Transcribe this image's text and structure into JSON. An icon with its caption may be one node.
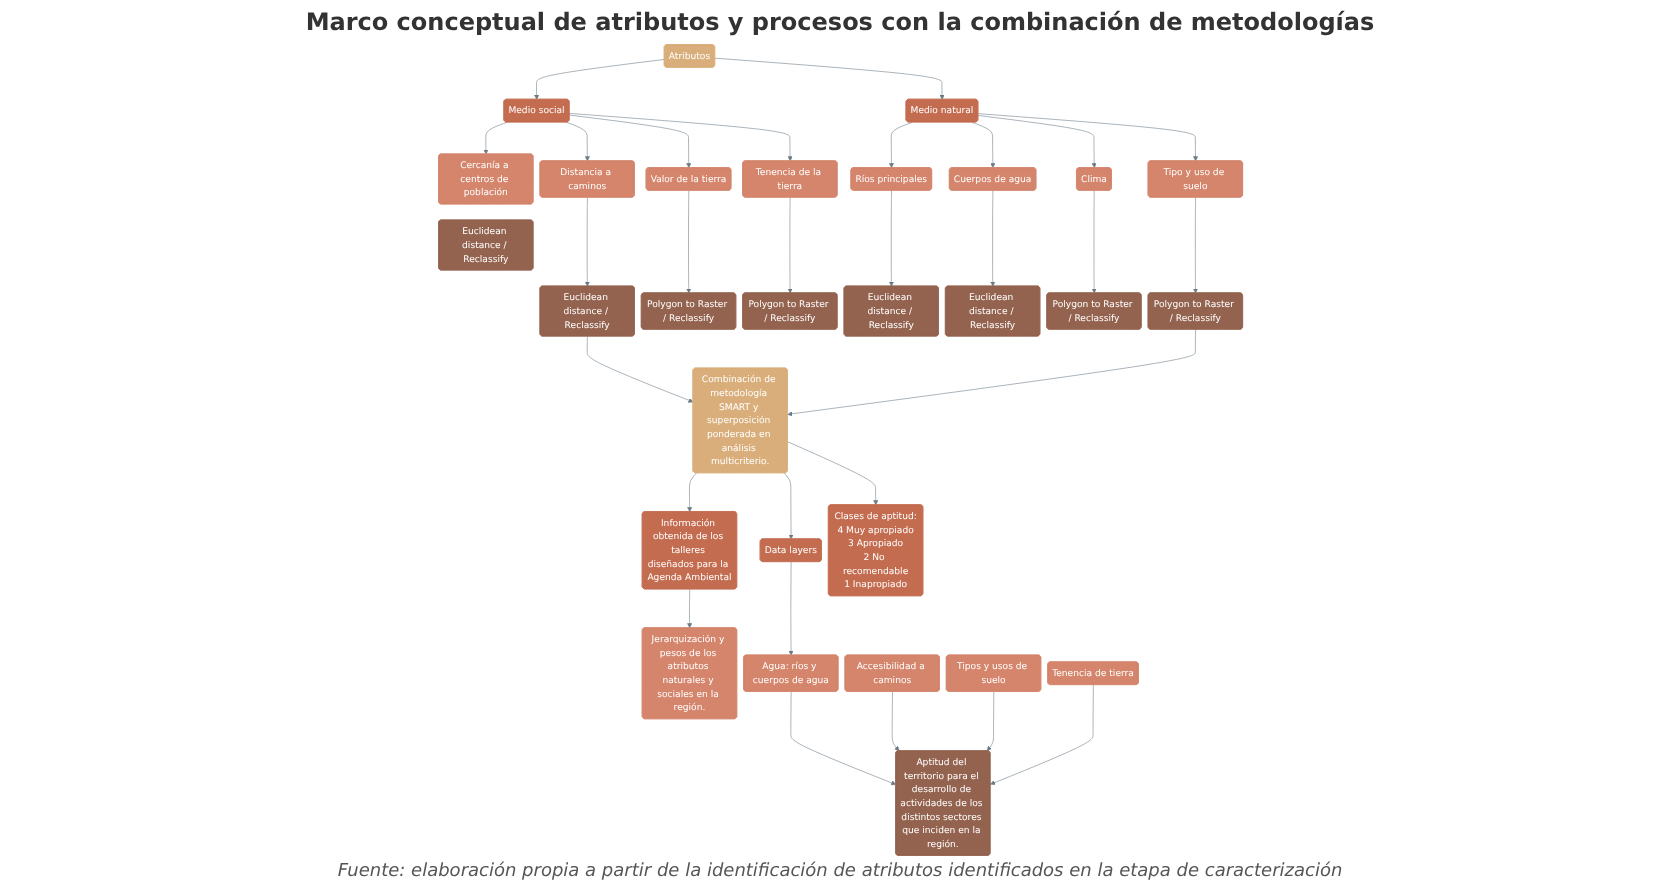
{
  "diagram": {
    "title": "Marco conceptual de atributos y procesos con la combinación de metodologías",
    "caption": "Fuente: elaboración propia a partir de la identificación de atributos identificados en la etapa de caracterización",
    "nodes": [
      {
        "text": [
          "Atributos"
        ]
      },
      {
        "text": [
          "Medio social"
        ]
      },
      {
        "text": [
          "Medio natural"
        ]
      },
      {
        "text": [
          "Distancia a caminos"
        ]
      },
      {
        "text": [
          "Valor de la tierra"
        ]
      },
      {
        "text": [
          "Tenencia de la tierra"
        ]
      },
      {
        "text": [
          "Cercanía a centros de población"
        ]
      },
      {
        "text": [
          "Ríos principales"
        ]
      },
      {
        "text": [
          "Cuerpos de agua"
        ]
      },
      {
        "text": [
          "Clima"
        ]
      },
      {
        "text": [
          "Tipo y uso de suelo"
        ]
      },
      {
        "text": [
          "Euclidean distance / Reclassify"
        ]
      },
      {
        "text": [
          "Polygon to Raster / Reclassify"
        ]
      },
      {
        "text": [
          "Polygon to Raster / Reclassify"
        ]
      },
      {
        "text": [
          "Euclidean distance / Reclassify"
        ]
      },
      {
        "text": [
          "Euclidean distance / Reclassify"
        ]
      },
      {
        "text": [
          "Euclidean distance / Reclassify"
        ]
      },
      {
        "text": [
          "Polygon to Raster / Reclassify"
        ]
      },
      {
        "text": [
          "Polygon to Raster / Reclassify"
        ]
      },
      {
        "text": [
          "Combinación de metodología SMART y superposición ponderada en análisis multicriterio."
        ]
      },
      {
        "text": [
          "Información obtenida de los talleres diseñados para la Agenda Ambiental"
        ]
      },
      {
        "text": [
          "Jerarquización y pesos de los atributos naturales y sociales en la región."
        ]
      },
      {
        "text": [
          "Data layers"
        ]
      },
      {
        "text": [
          "Agua: ríos y cuerpos de agua"
        ]
      },
      {
        "text": [
          "Accesibilidad a caminos"
        ]
      },
      {
        "text": [
          "Tipos y usos de suelo"
        ]
      },
      {
        "text": [
          "Tenencia de tierra"
        ]
      },
      {
        "text": [
          "Aptitud del territorio para el desarrollo de actividades de los distintos sectores que inciden en la región."
        ]
      },
      {
        "text": [
          "Clases de aptitud:",
          "4 Muy apropiado",
          "3 Apropiado",
          "2 No recomendable",
          "1 Inapropiado"
        ]
      }
    ],
    "edges": [
      {
        "from": 0,
        "to": 1,
        "arrow": "to"
      },
      {
        "from": 0,
        "to": 2,
        "arrow": "to"
      },
      {
        "from": 1,
        "to": 3,
        "arrow": "to"
      },
      {
        "from": 1,
        "to": 4,
        "arrow": "to"
      },
      {
        "from": 1,
        "to": 5,
        "arrow": "to"
      },
      {
        "from": 1,
        "to": 6,
        "arrow": "to"
      },
      {
        "from": 2,
        "to": 7,
        "arrow": "to"
      },
      {
        "from": 2,
        "to": 8,
        "arrow": "to"
      },
      {
        "from": 2,
        "to": 9,
        "arrow": "to"
      },
      {
        "from": 2,
        "to": 10,
        "arrow": "to"
      },
      {
        "from": 3,
        "to": 11,
        "arrow": "to"
      },
      {
        "from": 4,
        "to": 12,
        "arrow": "to"
      },
      {
        "from": 5,
        "to": 13,
        "arrow": "to"
      },
      {
        "from": 7,
        "to": 15,
        "arrow": "to"
      },
      {
        "from": 8,
        "to": 16,
        "arrow": "to"
      },
      {
        "from": 9,
        "to": 17,
        "arrow": "to"
      },
      {
        "from": 10,
        "to": 18,
        "arrow": "to"
      },
      {
        "from": 11,
        "to": 19,
        "arrow": "to"
      },
      {
        "from": 18,
        "to": 19,
        "arrow": "to"
      },
      {
        "from": 19,
        "to": 20,
        "arrow": "to"
      },
      {
        "from": 20,
        "to": 21,
        "arrow": "to"
      },
      {
        "from": 19,
        "to": 22,
        "arrow": "to"
      },
      {
        "from": 22,
        "to": 23,
        "arrow": "to"
      },
      {
        "from": 23,
        "to": 27,
        "arrow": "to"
      },
      {
        "from": 24,
        "to": 27,
        "arrow": "to"
      },
      {
        "from": 25,
        "to": 27,
        "arrow": "to"
      },
      {
        "from": 26,
        "to": 27,
        "arrow": "to"
      },
      {
        "from": 19,
        "to": 28,
        "arrow": "to"
      }
    ]
  }
}
